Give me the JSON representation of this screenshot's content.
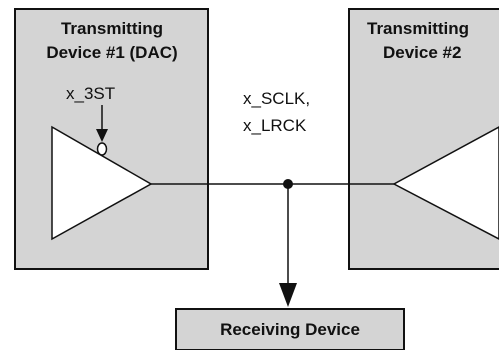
{
  "device1": {
    "title_line1": "Transmitting",
    "title_line2": "Device #1 (DAC)",
    "control_signal": "x_3ST"
  },
  "device2": {
    "title_line1": "Transmitting",
    "title_line2": "Device #2"
  },
  "bus": {
    "signal_line1": "x_SCLK,",
    "signal_line2": "x_LRCK"
  },
  "receiver": {
    "title": "Receiving Device"
  },
  "colors": {
    "box_fill": "#d4d4d4",
    "stroke": "#111111",
    "background": "#ffffff"
  }
}
